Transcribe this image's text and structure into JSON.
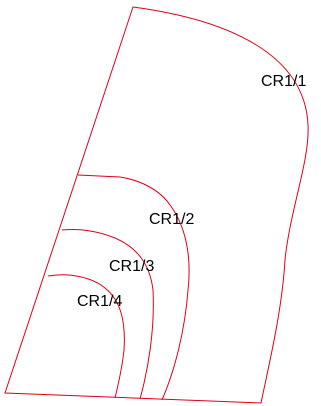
{
  "diagram": {
    "stroke_color": "#e0001a",
    "label_color": "#000000",
    "labels": [
      "CR1/1",
      "CR1/2",
      "CR1/3",
      "CR1/4"
    ]
  }
}
